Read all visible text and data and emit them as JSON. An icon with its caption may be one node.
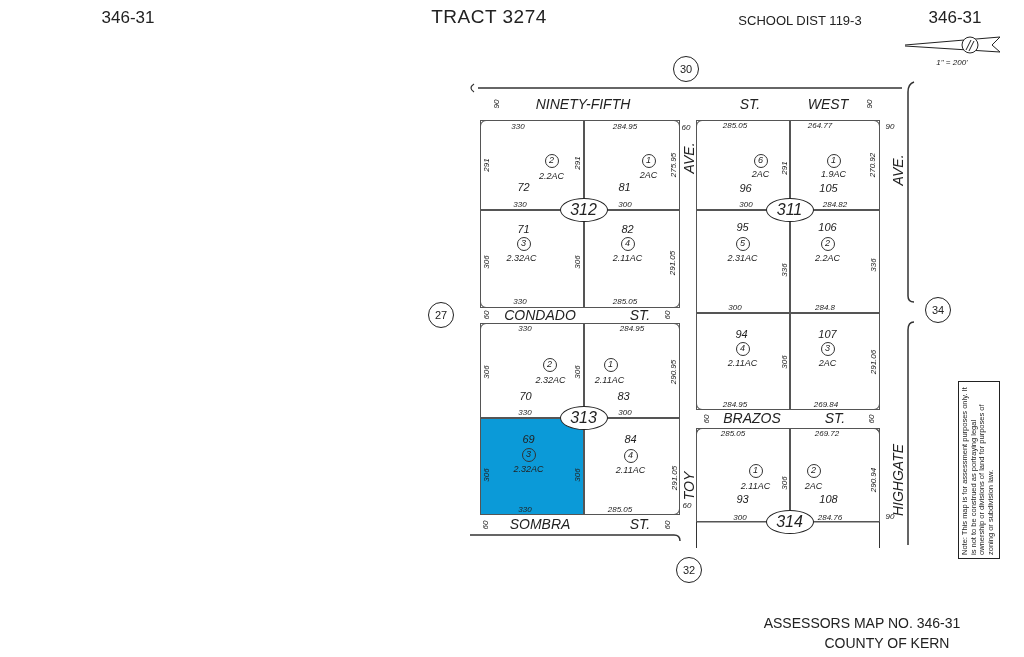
{
  "diagram": {
    "title": "TRACT 3274",
    "nodes": [
      {
        "text": [
          "30"
        ]
      },
      {
        "text": [],
        "shape": "box"
      },
      {
        "text": [
          "312"
        ],
        "in": 1
      },
      {
        "text": [
          "2",
          "2.2AC",
          "72"
        ],
        "in": 1
      },
      {
        "text": [
          "1",
          "2AC",
          "81"
        ],
        "in": 1
      },
      {
        "text": [
          "71",
          "3",
          "2.32AC"
        ],
        "in": 1
      },
      {
        "text": [
          "82",
          "4",
          "2.11AC"
        ],
        "in": 1
      },
      {
        "text": [],
        "shape": "box"
      },
      {
        "text": [
          "311"
        ],
        "in": 7
      },
      {
        "text": [
          "6",
          "2AC",
          "96"
        ],
        "in": 7
      },
      {
        "text": [
          "1",
          "1.9AC",
          "105"
        ],
        "in": 7
      },
      {
        "text": [
          "95",
          "5",
          "2.31AC"
        ],
        "in": 7
      },
      {
        "text": [
          "106",
          "2",
          "2.2AC"
        ],
        "in": 7
      },
      {
        "text": [
          "94",
          "4",
          "2.11AC"
        ],
        "in": 7
      },
      {
        "text": [
          "107",
          "3",
          "2AC"
        ],
        "in": 7
      },
      {
        "text": [
          "27"
        ]
      },
      {
        "text": [
          "34"
        ]
      },
      {
        "text": [],
        "shape": "box"
      },
      {
        "text": [
          "313"
        ],
        "in": 17
      },
      {
        "text": [
          "2",
          "2.32AC",
          "70"
        ],
        "in": 17
      },
      {
        "text": [
          "1",
          "2.11AC",
          "83"
        ],
        "in": 17
      },
      {
        "text": [
          "69",
          "3",
          "2.32AC"
        ],
        "in": 17
      },
      {
        "text": [
          "84",
          "4",
          "2.11AC"
        ],
        "in": 17
      },
      {
        "text": [],
        "shape": "box"
      },
      {
        "text": [
          "314"
        ],
        "in": 23
      },
      {
        "text": [
          "1",
          "2.11AC",
          "93"
        ],
        "in": 23
      },
      {
        "text": [
          "2",
          "2AC",
          "108"
        ],
        "in": 23
      },
      {
        "text": [
          "Note: This map is for assessment purposes only. It is not to be construed as portraying legal ownership or divisions of land for purposes of zoning or subdivision law."
        ]
      },
      {
        "text": [
          "32"
        ]
      }
    ],
    "labels": [
      "346-31",
      "SCHOOL DIST 119-3",
      "346-31",
      "1\" = 200'",
      "90",
      "NINETY-FIFTH",
      "ST.",
      "WEST",
      "90",
      "330",
      "284.95",
      "60",
      "285.05",
      "264.77",
      "90",
      "291",
      "291",
      "275.95",
      "AVE.",
      "291",
      "270.92",
      "AVE.",
      "330",
      "300",
      "300",
      "284.82",
      "306",
      "306",
      "291.05",
      "336",
      "336",
      "330",
      "285.05",
      "300",
      "284.8",
      "60",
      "CONDADO",
      "ST.",
      "60",
      "330",
      "284.95",
      "306",
      "306",
      "290.95",
      "306",
      "291.06",
      "330",
      "300",
      "284.95",
      "269.84",
      "60",
      "BRAZOS",
      "ST.",
      "60",
      "285.05",
      "269.72",
      "306",
      "306",
      "291.05",
      "TOY",
      "60",
      "306",
      "290.94",
      "HIGHGATE",
      "90",
      "330",
      "285.05",
      "300",
      "284.76",
      "60",
      "SOMBRA",
      "ST.",
      "60",
      "ASSESSORS MAP NO. 346-31",
      "COUNTY OF KERN"
    ]
  }
}
